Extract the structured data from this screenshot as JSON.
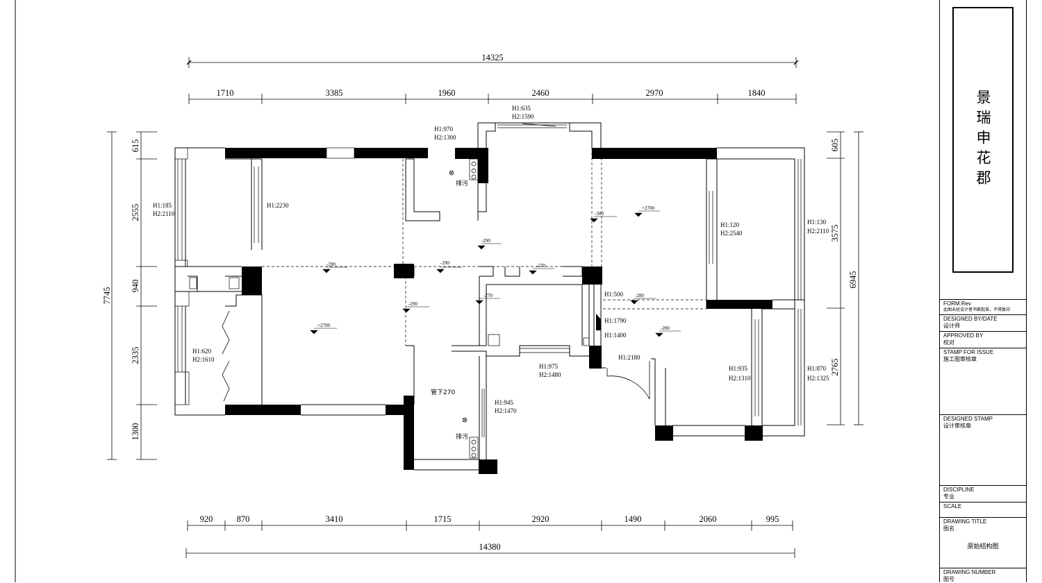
{
  "top_dims": {
    "total": "14325",
    "segments": [
      "1710",
      "3385",
      "1960",
      "2460",
      "2970",
      "1840"
    ]
  },
  "bottom_dims": {
    "total": "14380",
    "segments": [
      "920",
      "870",
      "3410",
      "1715",
      "2920",
      "1490",
      "2060",
      "995"
    ]
  },
  "left_dims": {
    "total": "7745",
    "segments": [
      "615",
      "2555",
      "940",
      "2335",
      "1300"
    ]
  },
  "right_dims": {
    "total": "6945",
    "segments": [
      "605",
      "3575",
      "2765"
    ]
  },
  "window_notes": {
    "w_top_a_h1": "H1:970",
    "w_top_a_h2": "H2:1300",
    "w_top_b_h1": "H1:635",
    "w_top_b_h2": "H2:1590",
    "w_left_a_h1": "H1:185",
    "w_left_a_h2": "H2:2110",
    "w_left_b": "H1:2230",
    "w_left_c_h1": "H1:620",
    "w_left_c_h2": "H2:1610",
    "w_mid_h1": "H1:120",
    "w_mid_h2": "H2:2540",
    "w_right_a_h1": "H1:130",
    "w_right_a_h2": "H2:2110",
    "w_right_b_h1": "H1:870",
    "w_right_b_h2": "H2:1325",
    "w_bed_h1": "H1:935",
    "w_bed_h2": "H2:1310",
    "w_center_h1": "H1:975",
    "w_center_h2": "H2:1480",
    "w_bath_h1": "H1:945",
    "w_bath_h2": "H2:1470",
    "w_corr_a": "H1:500",
    "w_corr_b": "H1:1790",
    "w_corr_c": "H1:1400",
    "w_door": "H1:2180"
  },
  "levels": {
    "l1": "-290",
    "l2": "-290",
    "l3": "-270",
    "l4": "-290",
    "l5": "-300",
    "l6": "+2700",
    "l7": "-290",
    "l8": "-270",
    "l9": "-280",
    "l10": "-280",
    "l11": "+2700"
  },
  "labels": {
    "drain_a": "排污",
    "drain_b": "排污",
    "pipe_note": "管下270"
  },
  "title_block": {
    "project_name": "景瑞申花郡",
    "form_rev": "FORM.Rev",
    "form_note": "此图未经设计者书面批准，不得复印",
    "designed_by_en": "DESIGNED BY/DATE",
    "designed_by_cn": "设计师",
    "approved_en": "APPROVED BY",
    "approved_cn": "校对",
    "stamp_issue_en": "STAMP FOR ISSUE",
    "stamp_issue_cn": "施工图审核章",
    "designed_stamp_en": "DESIGNED STAMP",
    "designed_stamp_cn": "设计审核章",
    "discipline_en": "DISCIPLINE",
    "discipline_cn": "专业",
    "scale_en": "SCALE",
    "drawing_title_en": "DRAWING TITLE",
    "drawing_title_cn": "图名",
    "drawing_title_value": "原始结构图",
    "drawing_number_en": "DRAWING NUMBER",
    "drawing_number_cn": "图号"
  }
}
